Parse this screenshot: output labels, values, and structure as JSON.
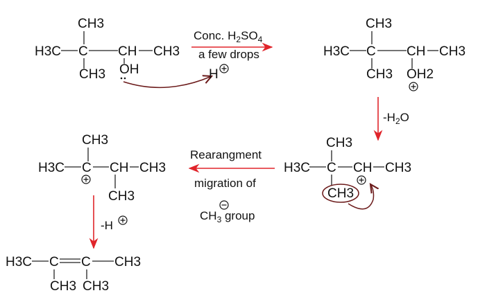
{
  "colors": {
    "reaction_arrow": "#e0242a",
    "electron_arrow": "#6b1a1a",
    "text": "#111111"
  },
  "molecule1": {
    "top": "CH3",
    "left": "H3C",
    "center": "C",
    "ch": "CH",
    "right": "CH3",
    "bottom": "CH3",
    "oh": "OH"
  },
  "step1": {
    "reagent_a": "Conc. H",
    "reagent_sub2": "2",
    "reagent_b": "SO",
    "reagent_sub4": "4",
    "condition": "a few drops",
    "proton": "H"
  },
  "molecule2": {
    "top": "CH3",
    "left": "H3C",
    "center": "C",
    "ch": "CH",
    "right": "CH3",
    "bottom": "CH3",
    "oh2": "OH2"
  },
  "step2": {
    "label_a": "-H",
    "label_sub": "2",
    "label_b": "O"
  },
  "molecule3": {
    "top": "CH3",
    "left": "H3C",
    "center": "C",
    "ch": "CH",
    "right": "CH3",
    "bottom": "CH3"
  },
  "step3": {
    "line1": "Rearangment",
    "line2": "migration of",
    "group_a": "CH",
    "group_sub": "3",
    "group_b": " group"
  },
  "molecule4": {
    "top": "CH3",
    "left": "H3C",
    "center": "C",
    "ch": "CH",
    "right": "CH3",
    "bottom": "CH3"
  },
  "step4": {
    "label": "-H"
  },
  "molecule5": {
    "left": "H3C",
    "c1": "C",
    "c2": "C",
    "right": "CH3",
    "bottom1": "CH3",
    "bottom2": "CH3"
  }
}
